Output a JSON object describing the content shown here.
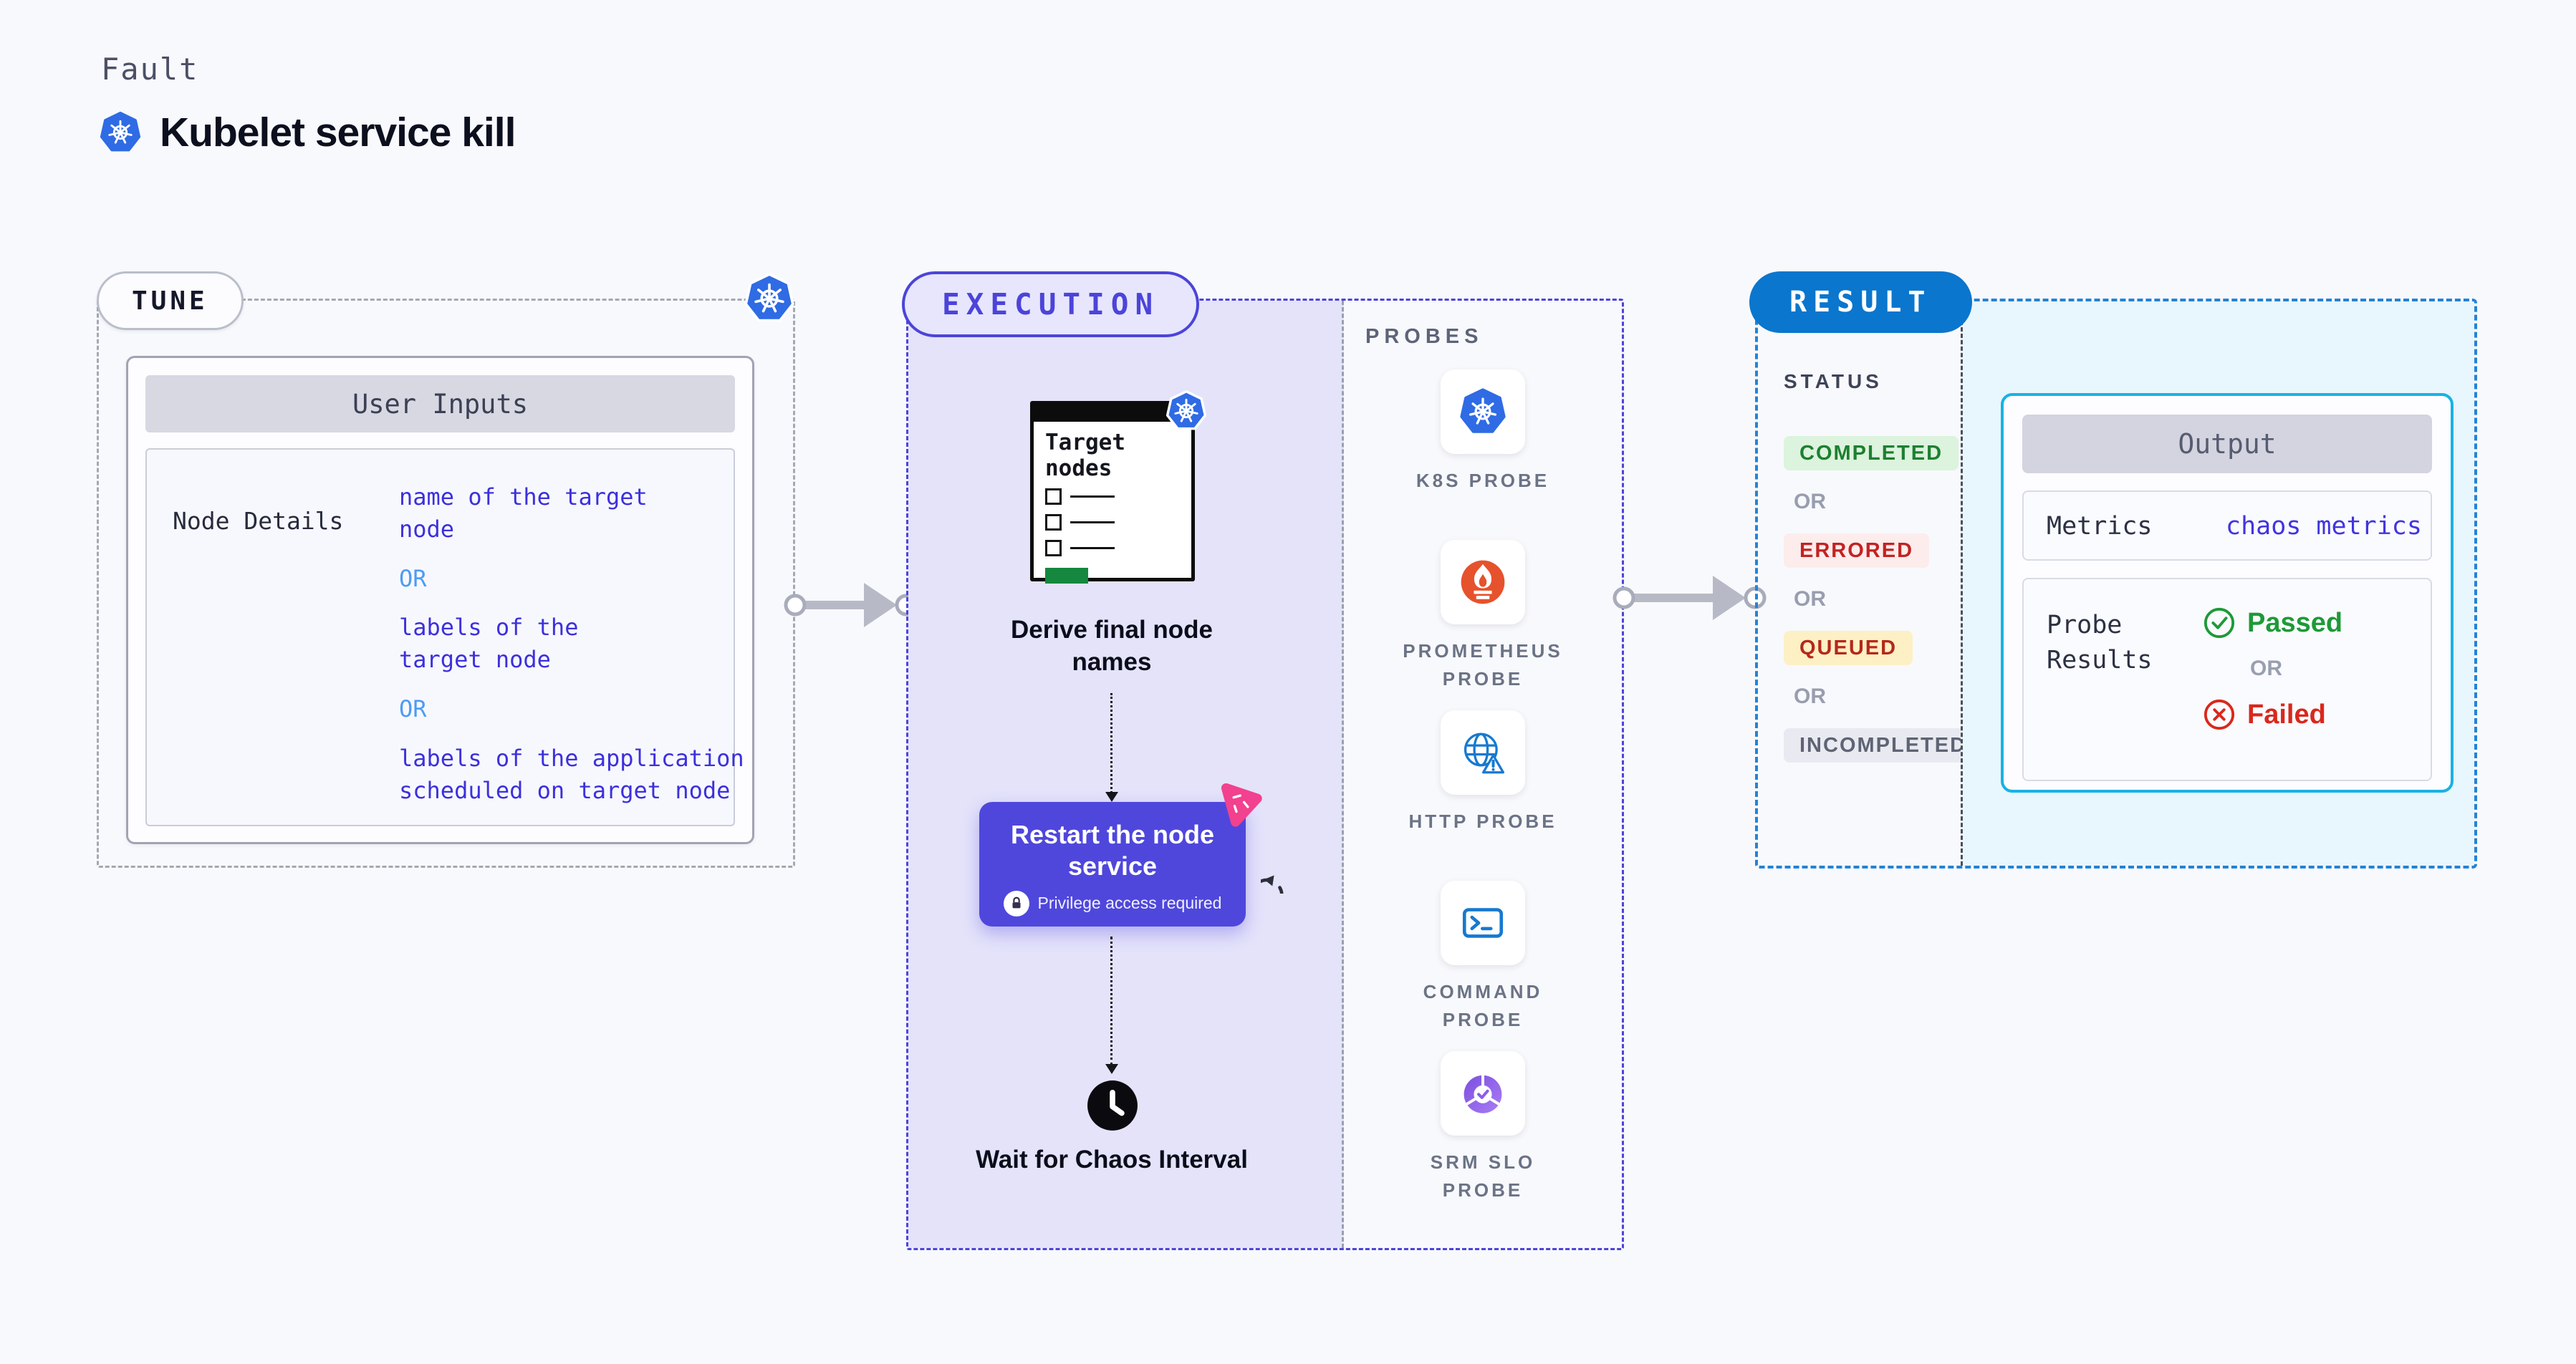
{
  "header": {
    "eyebrow": "Fault",
    "title": "Kubelet service kill"
  },
  "tune": {
    "badge": "TUNE",
    "card_title": "User Inputs",
    "row_label": "Node Details",
    "or": "OR",
    "option1": "name of the target node",
    "option2": "labels of the target node",
    "option3": "labels of the application scheduled on target node"
  },
  "execution": {
    "badge": "EXECUTION",
    "target_card_title": "Target nodes",
    "derive_step": "Derive final node names",
    "restart_step": "Restart the node service",
    "privilege_note": "Privilege access required",
    "wait_step": "Wait for Chaos Interval"
  },
  "probes": {
    "label": "PROBES",
    "items": [
      {
        "label": "K8S PROBE"
      },
      {
        "label": "PROMETHEUS PROBE"
      },
      {
        "label": "HTTP PROBE"
      },
      {
        "label": "COMMAND PROBE"
      },
      {
        "label": "SRM SLO PROBE"
      }
    ]
  },
  "result": {
    "badge": "RESULT",
    "status_label": "STATUS",
    "or": "OR",
    "statuses": [
      {
        "label": "COMPLETED",
        "color": "#1d8030",
        "bg": "#dcf3dd"
      },
      {
        "label": "ERRORED",
        "color": "#c32222",
        "bg": "#fcecec"
      },
      {
        "label": "QUEUED",
        "color": "#b5281a",
        "bg": "#fdf0c5"
      },
      {
        "label": "INCOMPLETED",
        "color": "#5e6474",
        "bg": "#e9eaf1"
      }
    ],
    "output": {
      "title": "Output",
      "metrics_label": "Metrics",
      "metrics_value": "chaos metrics",
      "probe_results_label": "Probe Results",
      "passed": "Passed",
      "failed": "Failed"
    }
  },
  "colors": {
    "page_bg": "#f8f9fc",
    "kubernetes_blue": "#2f6be4",
    "execution_indigo": "#4c44d9",
    "execution_fill": "#e4e3fa",
    "restart_box": "#4f47dc",
    "chaos_pink": "#f2418e",
    "result_blue": "#0a76cd",
    "output_cyan_border": "#18b2e4",
    "output_cyan_fill": "#e8f6fd",
    "passed_green": "#1d9a37",
    "failed_red": "#d9281c",
    "prometheus_orange": "#e6522c",
    "target_green": "#15873f"
  }
}
